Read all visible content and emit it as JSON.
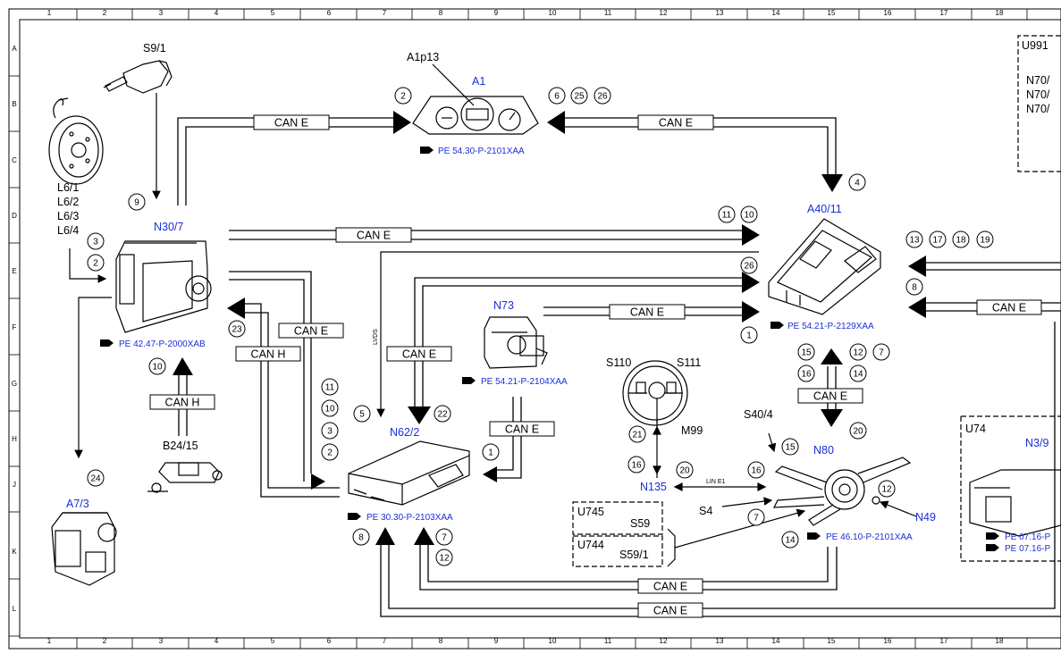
{
  "grid": {
    "columns": [
      "1",
      "2",
      "3",
      "4",
      "5",
      "6",
      "7",
      "8",
      "9",
      "10",
      "11",
      "12",
      "13",
      "14",
      "15",
      "16",
      "17",
      "18"
    ],
    "rows": [
      "A",
      "B",
      "C",
      "D",
      "E",
      "F",
      "G",
      "H",
      "J",
      "K",
      "L"
    ]
  },
  "components": {
    "s9_1": "S9/1",
    "l6": [
      "L6/1",
      "L6/2",
      "L6/3",
      "L6/4"
    ],
    "a1p13": "A1p13",
    "a1": "A1",
    "a40_11": "A40/11",
    "n30_7": "N30/7",
    "n73": "N73",
    "n62_2": "N62/2",
    "b24_15": "B24/15",
    "a7_3": "A7/3",
    "s110": "S110",
    "s111": "S111",
    "m99": "M99",
    "n135": "N135",
    "s40_4": "S40/4",
    "n80": "N80",
    "s4": "S4",
    "n49": "N49",
    "u745": "U745",
    "s59": "S59",
    "u744": "U744",
    "s59_1": "S59/1",
    "u991": "U991",
    "n70": [
      "N70/",
      "N70/",
      "N70/"
    ],
    "u74": "U74",
    "n3_9": "N3/9"
  },
  "references": {
    "a1": "PE 54.30-P-2101XAA",
    "a40": "PE 54.21-P-2129XAA",
    "n30": "PE 42.47-P-2000XAB",
    "n73": "PE 54.21-P-2104XAA",
    "n62": "PE 30.30-P-2103XAA",
    "n80": "PE 46.10-P-2101XAA",
    "u74_1": "PE 07.16-P",
    "u74_2": "PE 07.16-P"
  },
  "buses": {
    "can_e": "CAN E",
    "can_h": "CAN H",
    "lvds": "LVDS",
    "lin_e1": "LIN E1"
  },
  "markers": {
    "a1_left": "2",
    "a1_right": [
      "6",
      "25",
      "26"
    ],
    "a40_4": "4",
    "a40_top": [
      "11",
      "10"
    ],
    "a40_26": "26",
    "a40_right": [
      "13",
      "17",
      "18",
      "19"
    ],
    "a40_8": "8",
    "a40_1": "1",
    "n30_9": "9",
    "l6_nums": [
      "3",
      "2"
    ],
    "n30_23": "23",
    "n30_10": "10",
    "a7_24": "24",
    "n62_stack": [
      "11",
      "10",
      "3",
      "2"
    ],
    "n62_5": "5",
    "n62_22": "22",
    "n62_1": "1",
    "n62_8": "8",
    "n62_bottom": [
      "7",
      "12"
    ],
    "mid_15_16": [
      "15",
      "16"
    ],
    "mid_12_14": [
      "12",
      "14"
    ],
    "mid_7": "7",
    "mid_20": "20",
    "m99_21": "21",
    "n135_16": "16",
    "n135_20": "20",
    "s40_15": "15",
    "s40_16": "16",
    "s4_7": "7",
    "n80_14": "14",
    "n49_12": "12"
  }
}
